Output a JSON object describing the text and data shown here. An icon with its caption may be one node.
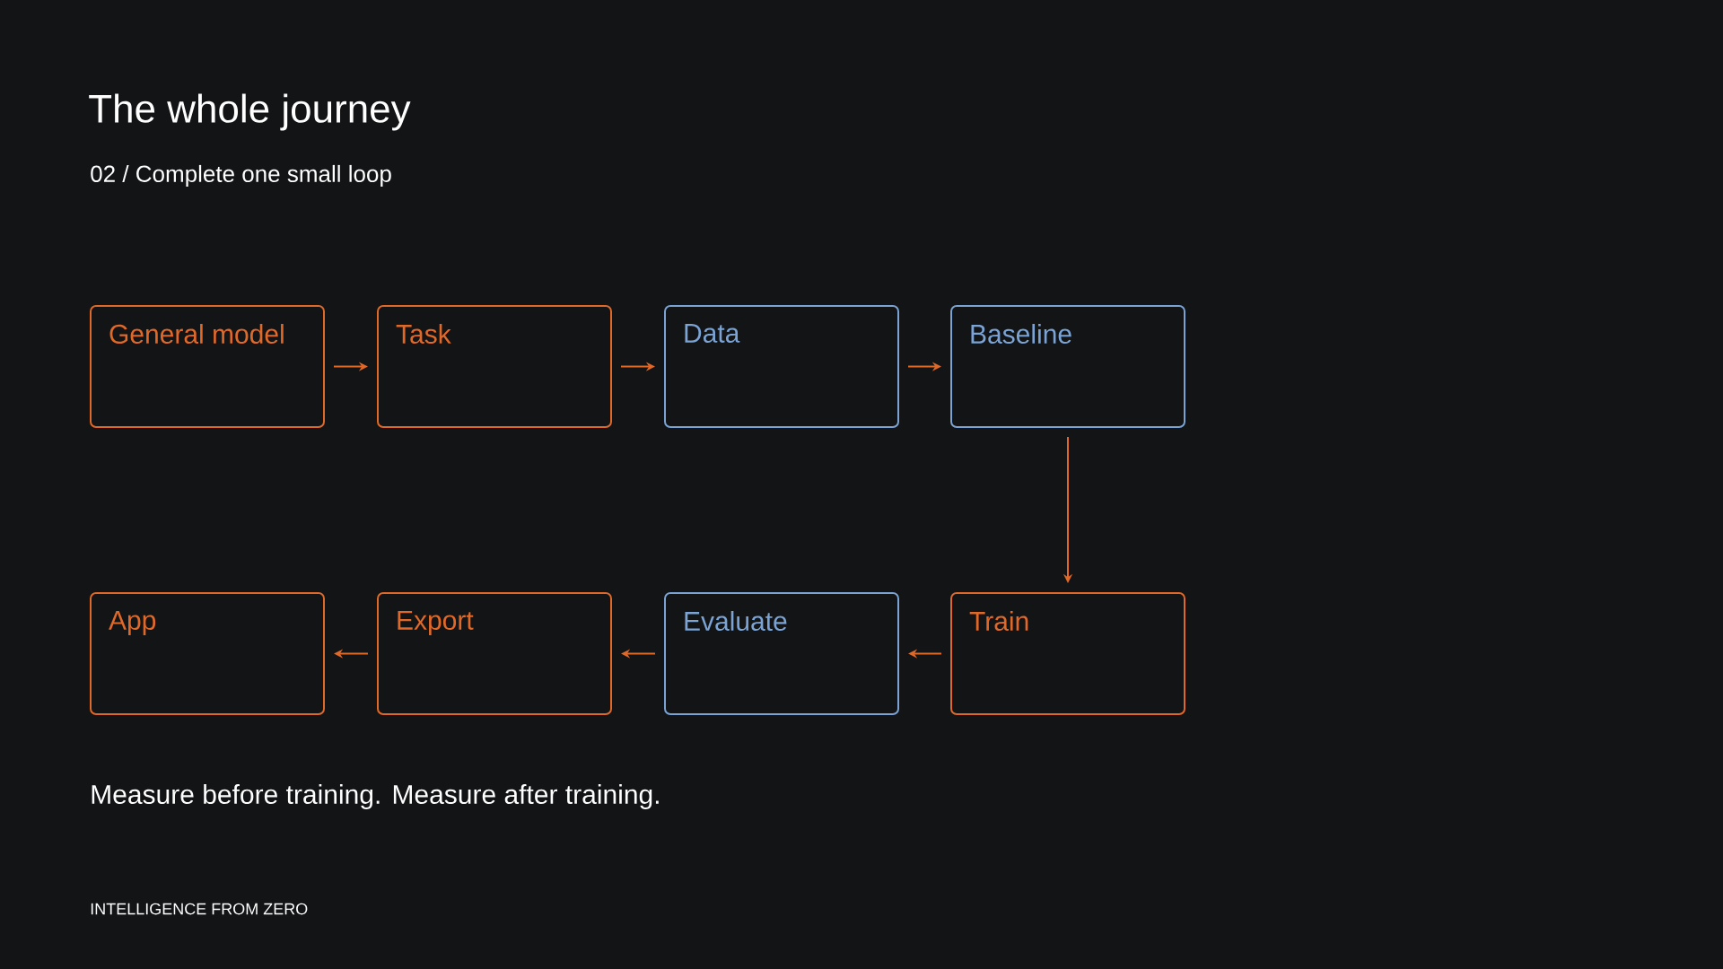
{
  "diagram": {
    "title": "The whole journey",
    "caption": "Measure before training. Measure after training.",
    "nodes": [
      {
        "text": [
          "General model"
        ]
      },
      {
        "text": [
          "Task"
        ]
      },
      {
        "text": [
          "Data"
        ]
      },
      {
        "text": [
          "Baseline"
        ]
      },
      {
        "text": [
          "App"
        ]
      },
      {
        "text": [
          "Export"
        ]
      },
      {
        "text": [
          "Evaluate"
        ]
      },
      {
        "text": [
          "Train"
        ]
      }
    ],
    "edges": [
      {
        "from": 0,
        "to": 1,
        "arrow": "to"
      },
      {
        "from": 1,
        "to": 2,
        "arrow": "to"
      },
      {
        "from": 2,
        "to": 3,
        "arrow": "to"
      },
      {
        "from": 3,
        "to": 7,
        "arrow": "to"
      },
      {
        "from": 7,
        "to": 6,
        "arrow": "to"
      },
      {
        "from": 6,
        "to": 5,
        "arrow": "to"
      },
      {
        "from": 5,
        "to": 4,
        "arrow": "to"
      }
    ],
    "labels": [
      "02 / Complete one small loop",
      "INTELLIGENCE FROM ZERO"
    ]
  }
}
